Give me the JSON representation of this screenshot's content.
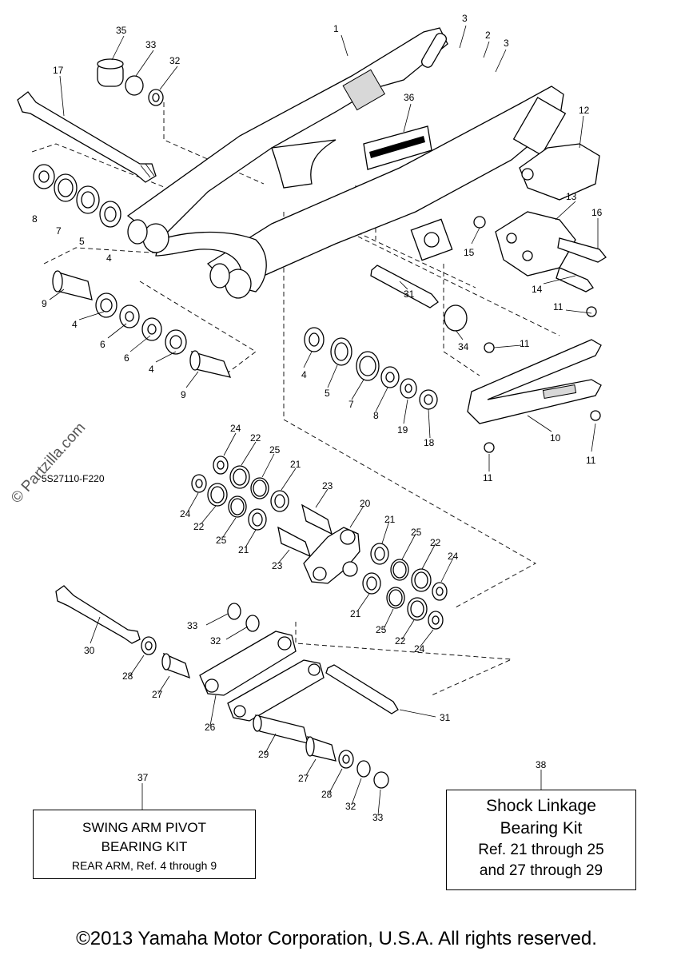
{
  "diagram": {
    "code": "5S27110-F220",
    "copyright": "©2013 Yamaha Motor Corporation, U.S.A. All rights reserved.",
    "watermark": "© Partzilla.com"
  },
  "kits": {
    "k37": {
      "ref": "37",
      "line1": "SWING ARM PIVOT",
      "line2": "BEARING KIT",
      "line3": "REAR ARM, Ref. 4 through 9"
    },
    "k38": {
      "ref": "38",
      "line1": "Shock Linkage",
      "line2": "Bearing Kit",
      "line3": "Ref. 21 through 25",
      "line4": "and 27 through 29"
    }
  },
  "callouts": [
    "1",
    "3",
    "2",
    "3",
    "35",
    "33",
    "32",
    "17",
    "36",
    "12",
    "8",
    "7",
    "5",
    "4",
    "13",
    "16",
    "15",
    "14",
    "9",
    "4",
    "6",
    "6",
    "4",
    "9",
    "31",
    "11",
    "34",
    "11",
    "4",
    "5",
    "7",
    "8",
    "19",
    "18",
    "10",
    "11",
    "11",
    "24",
    "22",
    "25",
    "21",
    "23",
    "24",
    "22",
    "25",
    "21",
    "23",
    "20",
    "21",
    "25",
    "22",
    "24",
    "21",
    "25",
    "22",
    "24",
    "33",
    "32",
    "30",
    "28",
    "27",
    "26",
    "31",
    "29",
    "27",
    "28",
    "32",
    "33"
  ]
}
